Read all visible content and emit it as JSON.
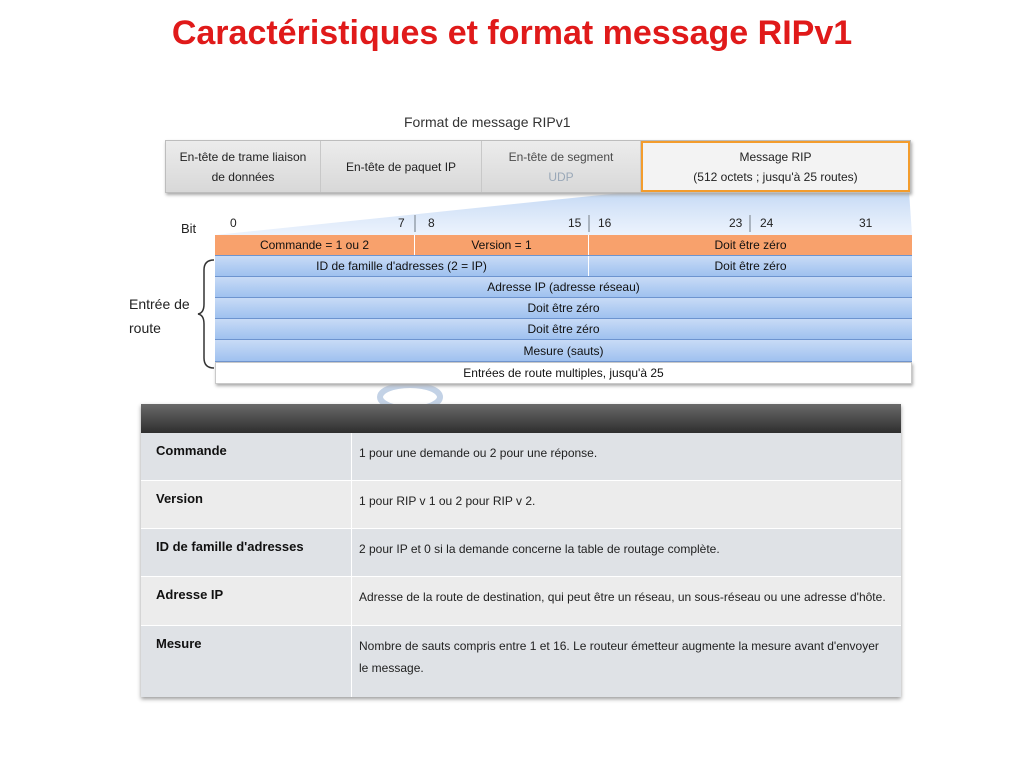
{
  "title": "Caractéristiques et format message RIPv1",
  "diagram": {
    "title": "Format de message RIPv1",
    "frame": [
      {
        "line1": "En-tête de trame liaison",
        "line2": "de données"
      },
      {
        "line1": "En-tête de paquet IP",
        "line2": ""
      },
      {
        "line1": "En-tête de segment",
        "line2": "UDP"
      },
      {
        "line1": "Message RIP",
        "line2": "(512 octets ; jusqu'à 25 routes)"
      }
    ],
    "bit_label": "Bit",
    "bits": [
      "0",
      "7",
      "8",
      "15",
      "16",
      "23",
      "24",
      "31"
    ],
    "rows": {
      "r1": [
        "Commande = 1 ou 2",
        "Version = 1",
        "Doit être zéro"
      ],
      "r2": [
        "ID de famille d'adresses (2 = IP)",
        "Doit être zéro"
      ],
      "r3": "Adresse IP (adresse réseau)",
      "r4": "Doit être zéro",
      "r5": "Doit être zéro",
      "r6": "Mesure (sauts)",
      "r7": "Entrées de route multiples, jusqu'à 25"
    },
    "route_entry_label": {
      "line1": "Entrée de",
      "line2": "route"
    }
  },
  "table": [
    {
      "key": "Commande",
      "value": "1 pour une demande ou 2 pour une réponse."
    },
    {
      "key": "Version",
      "value": "1 pour RIP v 1 ou 2 pour RIP v 2."
    },
    {
      "key": "ID de famille d'adresses",
      "value": "2 pour IP et 0 si la demande concerne la table de routage complète."
    },
    {
      "key": "Adresse IP",
      "value": "Adresse de la route de destination, qui peut être un réseau, un sous-réseau ou une adresse d'hôte."
    },
    {
      "key": "Mesure",
      "value": "Nombre de sauts compris entre 1 et 16. Le routeur émetteur augmente la mesure avant d'envoyer le message."
    }
  ],
  "colors": {
    "title": "#e01a1a",
    "orange_row": "#f8a16c",
    "blue_row": "#a9c8f1",
    "highlight_border": "#f39c2c"
  }
}
